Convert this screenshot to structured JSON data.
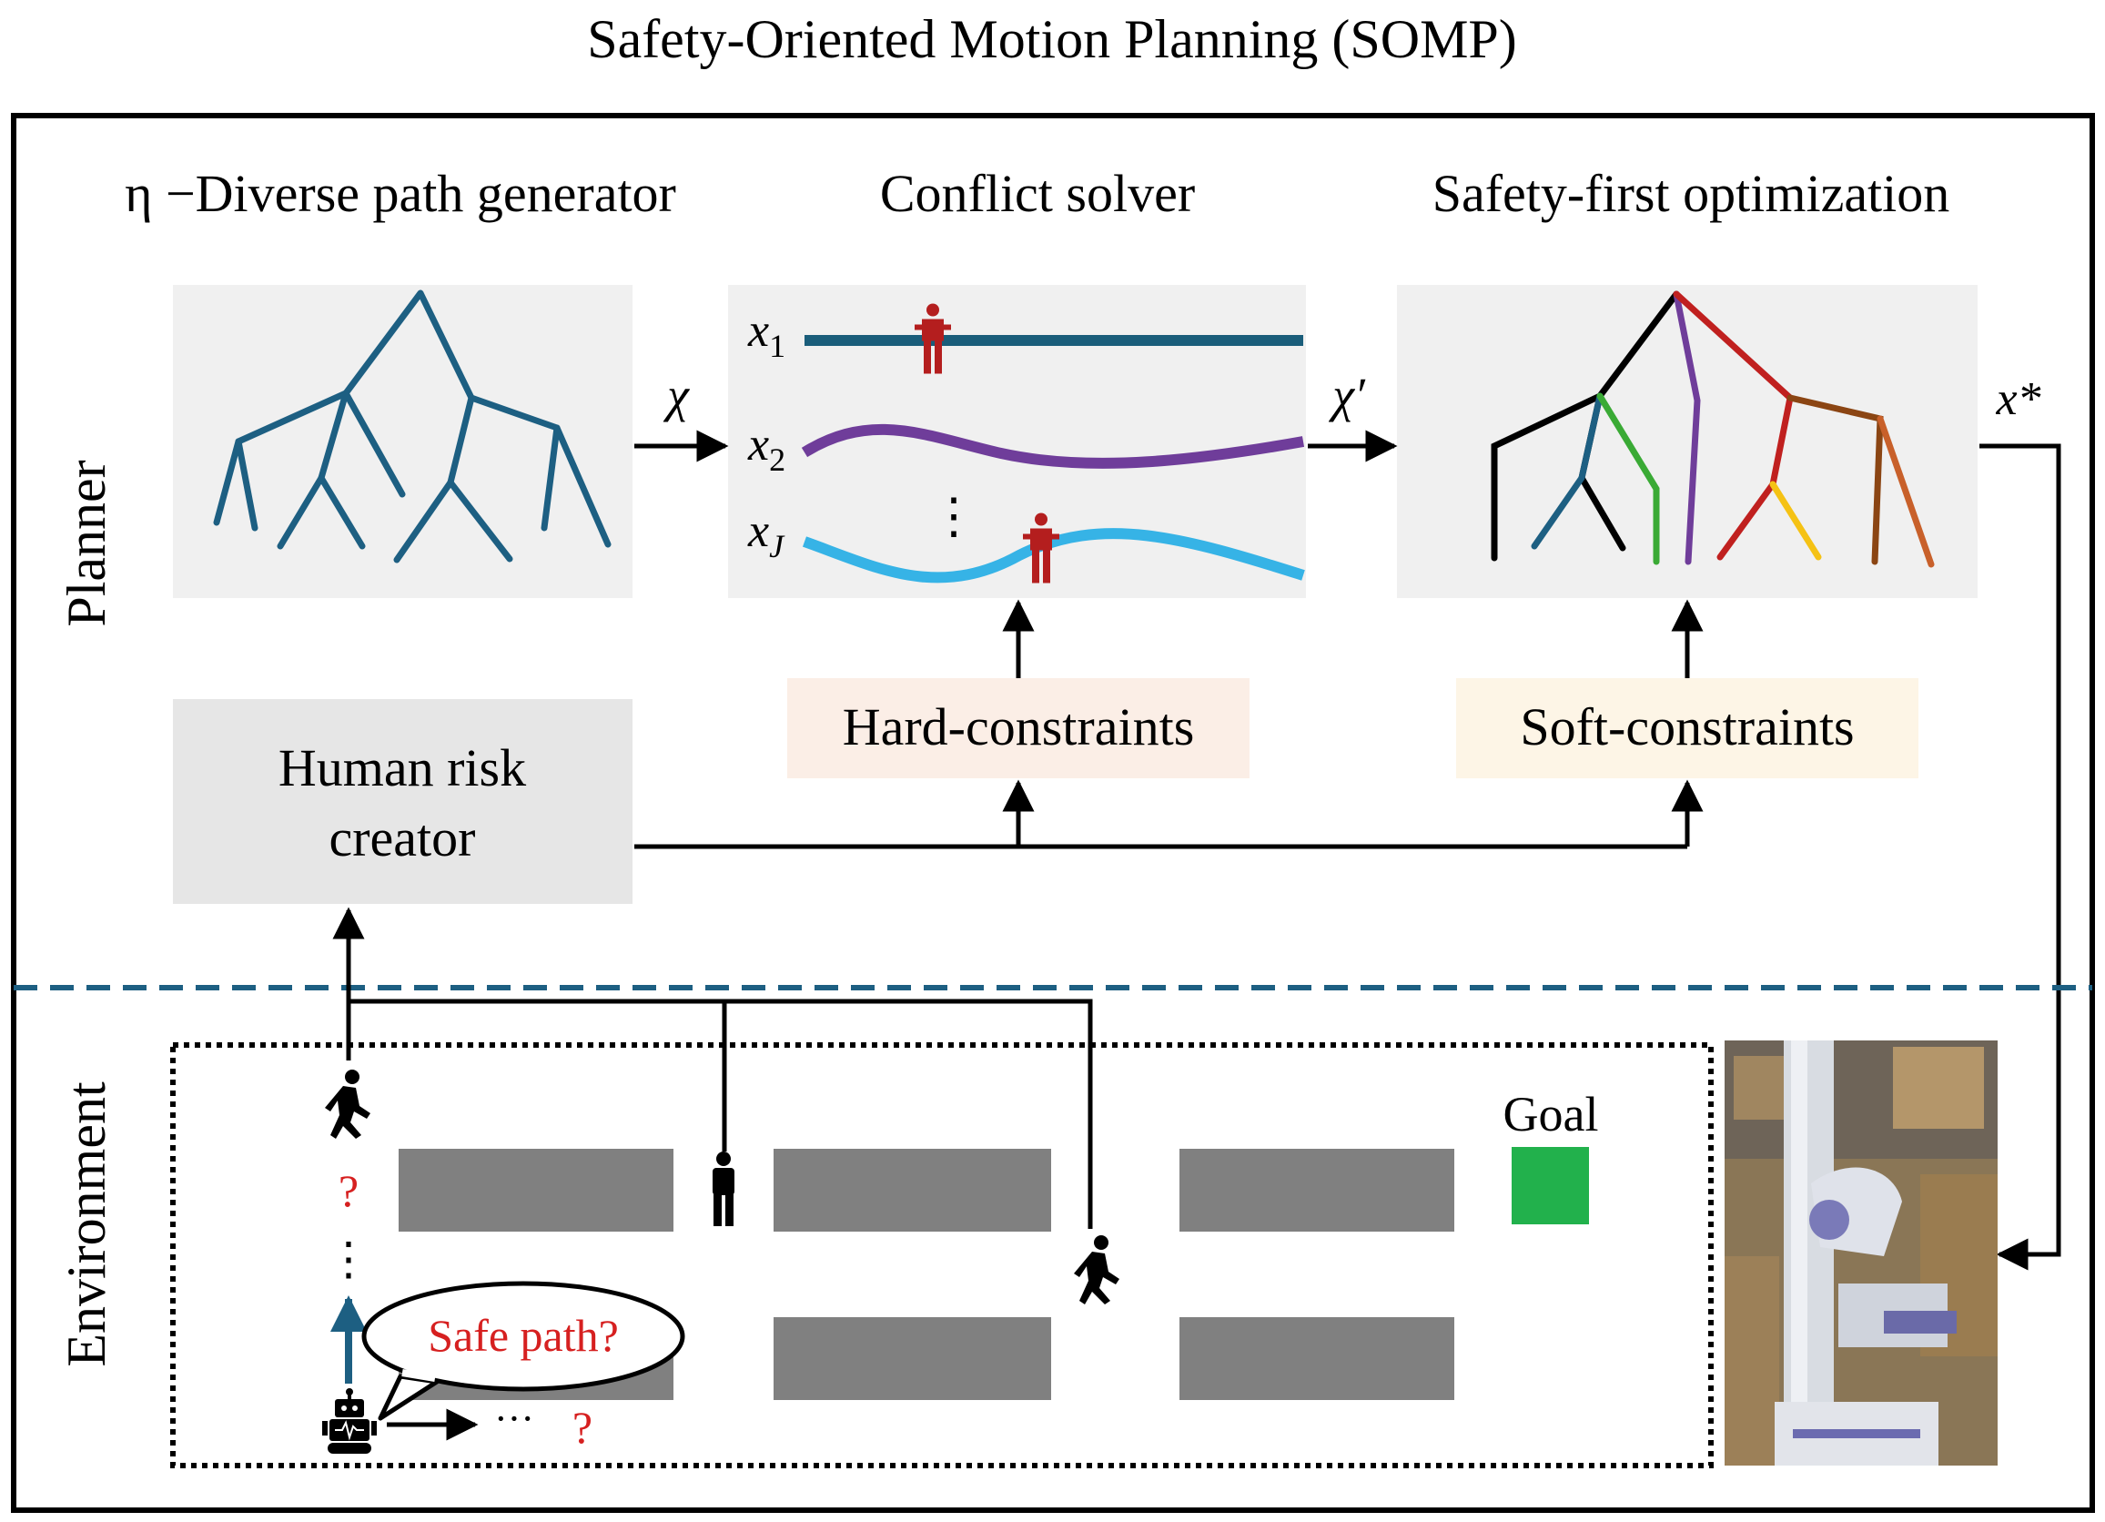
{
  "title": "Safety-Oriented Motion Planning (SOMP)",
  "sections": {
    "planner_label": "Planner",
    "environment_label": "Environment"
  },
  "stages": {
    "generator_title": "η −Diverse path generator",
    "solver_title": "Conflict solver",
    "optimization_title": "Safety-first optimization"
  },
  "symbols": {
    "chi": "χ",
    "chi_prime": "χ′",
    "x_star": "x*",
    "x1": "x",
    "x1_sub": "1",
    "x2": "x",
    "x2_sub": "2",
    "xJ": "x",
    "xJ_sub": "J",
    "vdots": "⋮"
  },
  "boxes": {
    "hard_constraints": "Hard-constraints",
    "soft_constraints": "Soft-constraints",
    "risk_creator_line1": "Human risk",
    "risk_creator_line2": "creator"
  },
  "environment": {
    "goal_label": "Goal",
    "question_mark_top": "?",
    "question_mark_right": "?",
    "vdots": "⋮",
    "hdots": "···",
    "speech_bubble": "Safe path?"
  },
  "colors": {
    "tree_teal": "#1d5f82",
    "path_x1": "#1a5d7a",
    "path_x2": "#6f3d9a",
    "path_xJ": "#36b3e6",
    "human_red": "#b41e1e",
    "panel_bg": "#f0f0f0",
    "hard_bg": "#fbeee6",
    "soft_bg": "#fdf5e6",
    "risk_bg": "#e6e6e6",
    "shelf_gray": "#808080",
    "goal_green": "#22b14c",
    "divider_teal": "#1d5f82",
    "question_red": "#d62020"
  }
}
